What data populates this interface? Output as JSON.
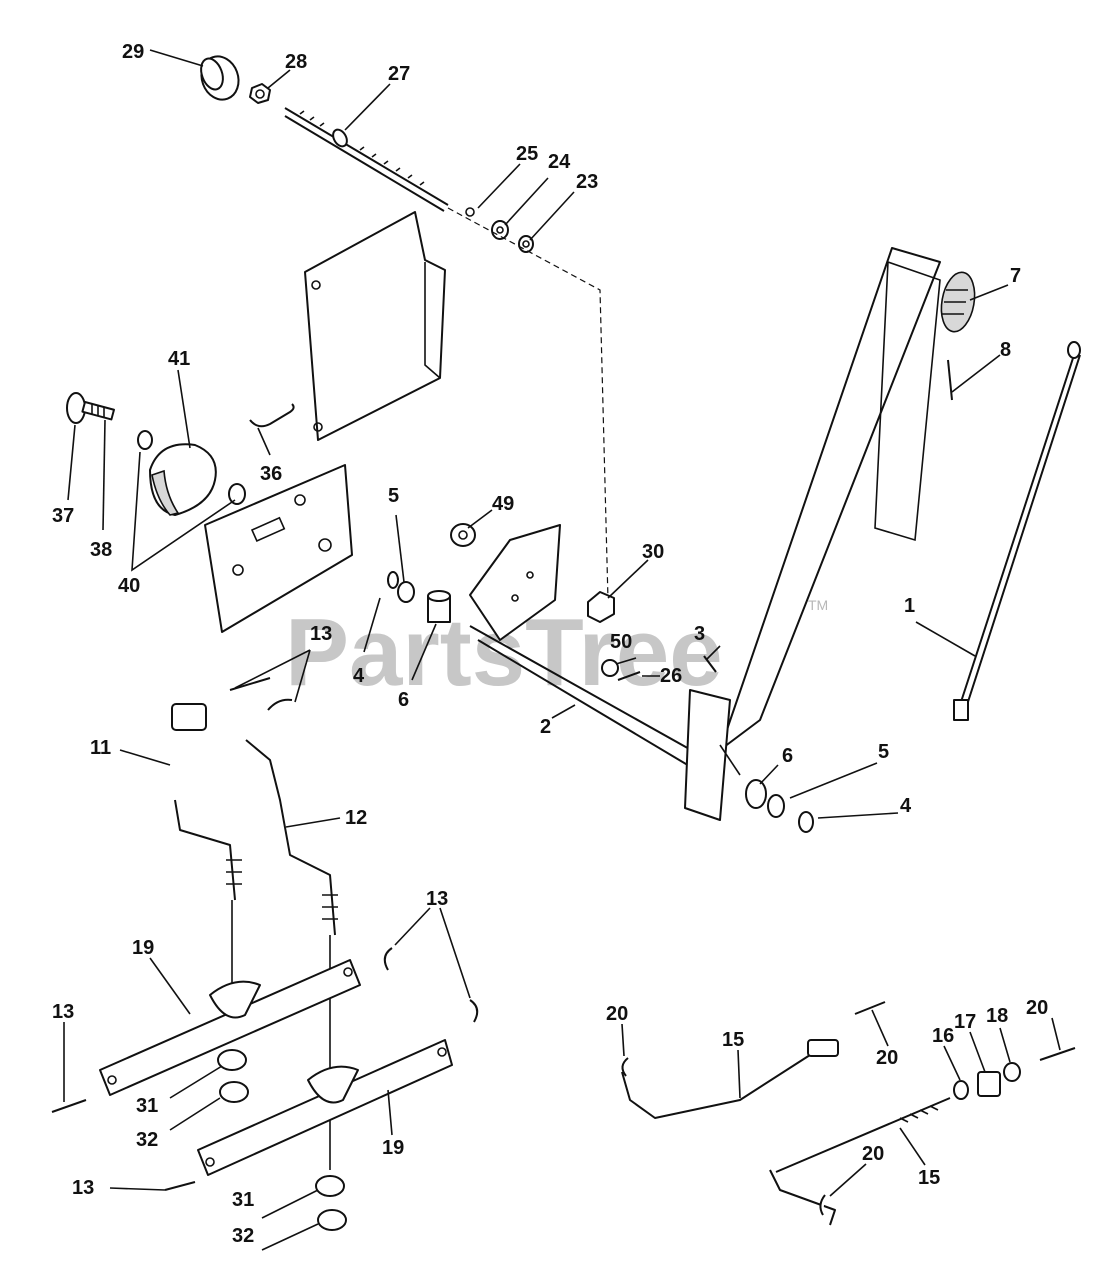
{
  "watermark": {
    "text": "PartsTree",
    "trademark": "TM"
  },
  "callouts": {
    "c29": "29",
    "c28": "28",
    "c27": "27",
    "c25": "25",
    "c24": "24",
    "c23": "23",
    "c7": "7",
    "c8": "8",
    "c41": "41",
    "c37": "37",
    "c38": "38",
    "c40": "40",
    "c36": "36",
    "c5a": "5",
    "c49": "49",
    "c30": "30",
    "c1": "1",
    "c13a": "13",
    "c4a": "4",
    "c6a": "6",
    "c50": "50",
    "c3": "3",
    "c26": "26",
    "c2": "2",
    "c11": "11",
    "c12": "12",
    "c6b": "6",
    "c5b": "5",
    "c4b": "4",
    "c13b": "13",
    "c19a": "19",
    "c13c": "13",
    "c31a": "31",
    "c32a": "32",
    "c19b": "19",
    "c13d": "13",
    "c31b": "31",
    "c32b": "32",
    "c20a": "20",
    "c15a": "15",
    "c20b": "20",
    "c16": "16",
    "c17": "17",
    "c18": "18",
    "c20c": "20",
    "c20d": "20",
    "c15b": "15"
  }
}
